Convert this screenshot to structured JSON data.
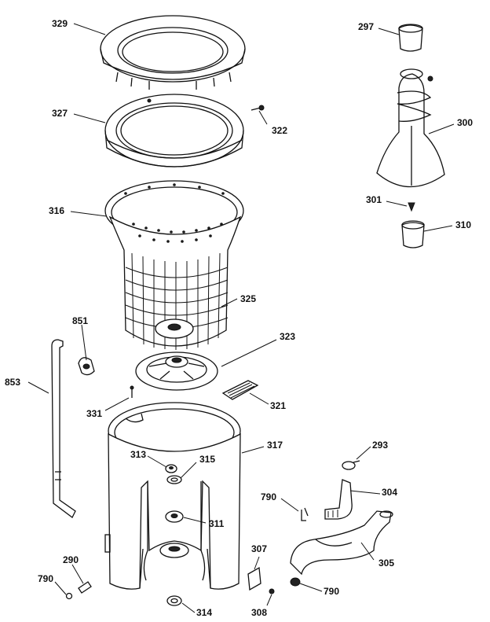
{
  "callouts": {
    "p329": "329",
    "p327": "327",
    "p322": "322",
    "p316": "316",
    "p325": "325",
    "p851": "851",
    "p853": "853",
    "p323": "323",
    "p331": "331",
    "p321": "321",
    "p317": "317",
    "p313": "313",
    "p315": "315",
    "p311": "311",
    "p290": "290",
    "p790a": "790",
    "p314": "314",
    "p297": "297",
    "p300": "300",
    "p301": "301",
    "p310": "310",
    "p293": "293",
    "p790b": "790",
    "p304": "304",
    "p307": "307",
    "p305": "305",
    "p308": "308",
    "p790c": "790"
  }
}
